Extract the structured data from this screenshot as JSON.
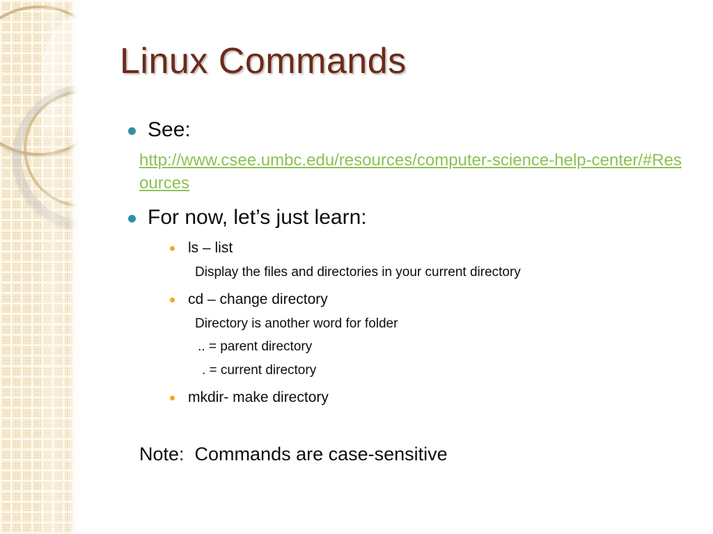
{
  "slide": {
    "title": "Linux Commands",
    "title_color": "#6B2B1A",
    "background_color": "#FFFFFF",
    "bullet_color_level1": "#2F8FA8",
    "bullet_color_level2": "#F0A92A",
    "link_color": "#8CC152",
    "band_color": "#F0DFBB"
  },
  "bullets": {
    "see_label": "See:",
    "link_url": "http://www.csee.umbc.edu/resources/computer-science-help-center/#Resources",
    "for_now_label": "For now, let’s just learn:"
  },
  "commands": [
    {
      "name": "ls – list",
      "details": [
        "Display the files and directories in your current directory"
      ]
    },
    {
      "name": "cd – change directory",
      "details": [
        "Directory is another word for folder",
        ".. = parent directory",
        ". = current directory"
      ]
    },
    {
      "name": "mkdir- make directory",
      "details": []
    }
  ],
  "note": "Note:  Commands are case-sensitive"
}
